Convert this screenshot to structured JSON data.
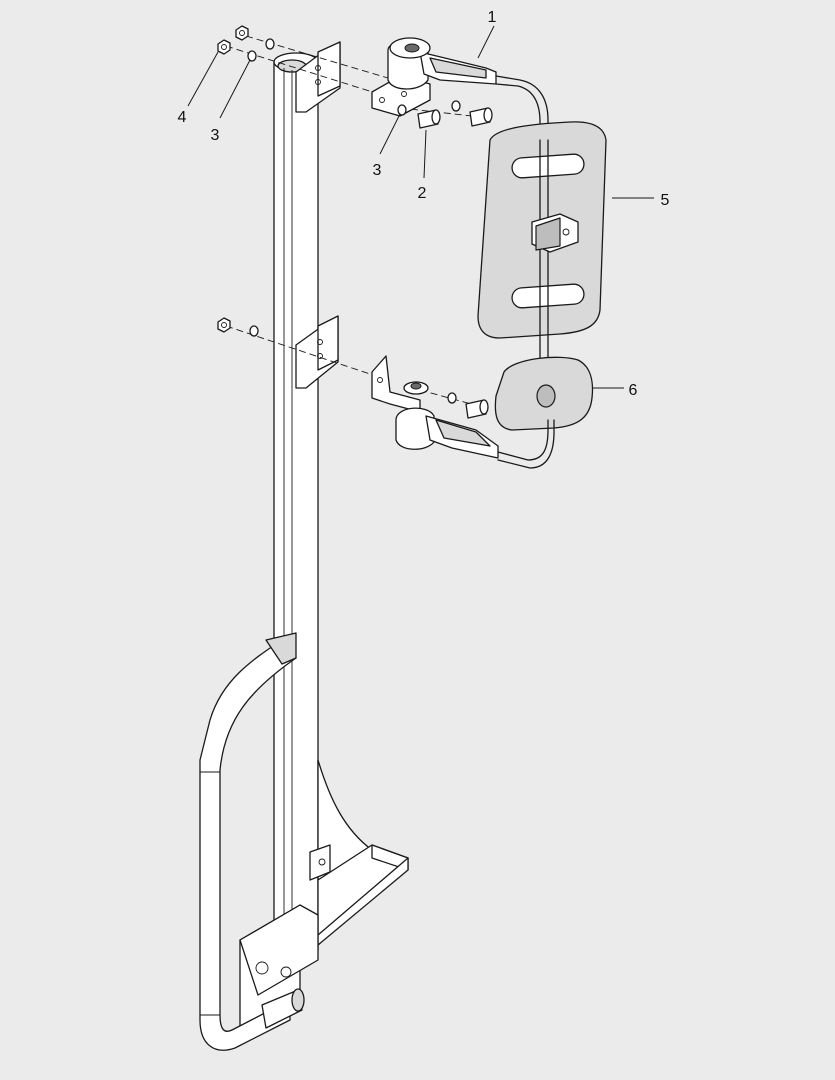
{
  "callouts": [
    {
      "id": "c1",
      "text": "1"
    },
    {
      "id": "c2",
      "text": "2"
    },
    {
      "id": "c3a",
      "text": "3"
    },
    {
      "id": "c3b",
      "text": "3"
    },
    {
      "id": "c4",
      "text": "4"
    },
    {
      "id": "c5",
      "text": "5"
    },
    {
      "id": "c6",
      "text": "6"
    }
  ],
  "colors": {
    "background": "#ebebeb",
    "line": "#1a1a1a",
    "mirror_fill": "#d9d9d9"
  }
}
